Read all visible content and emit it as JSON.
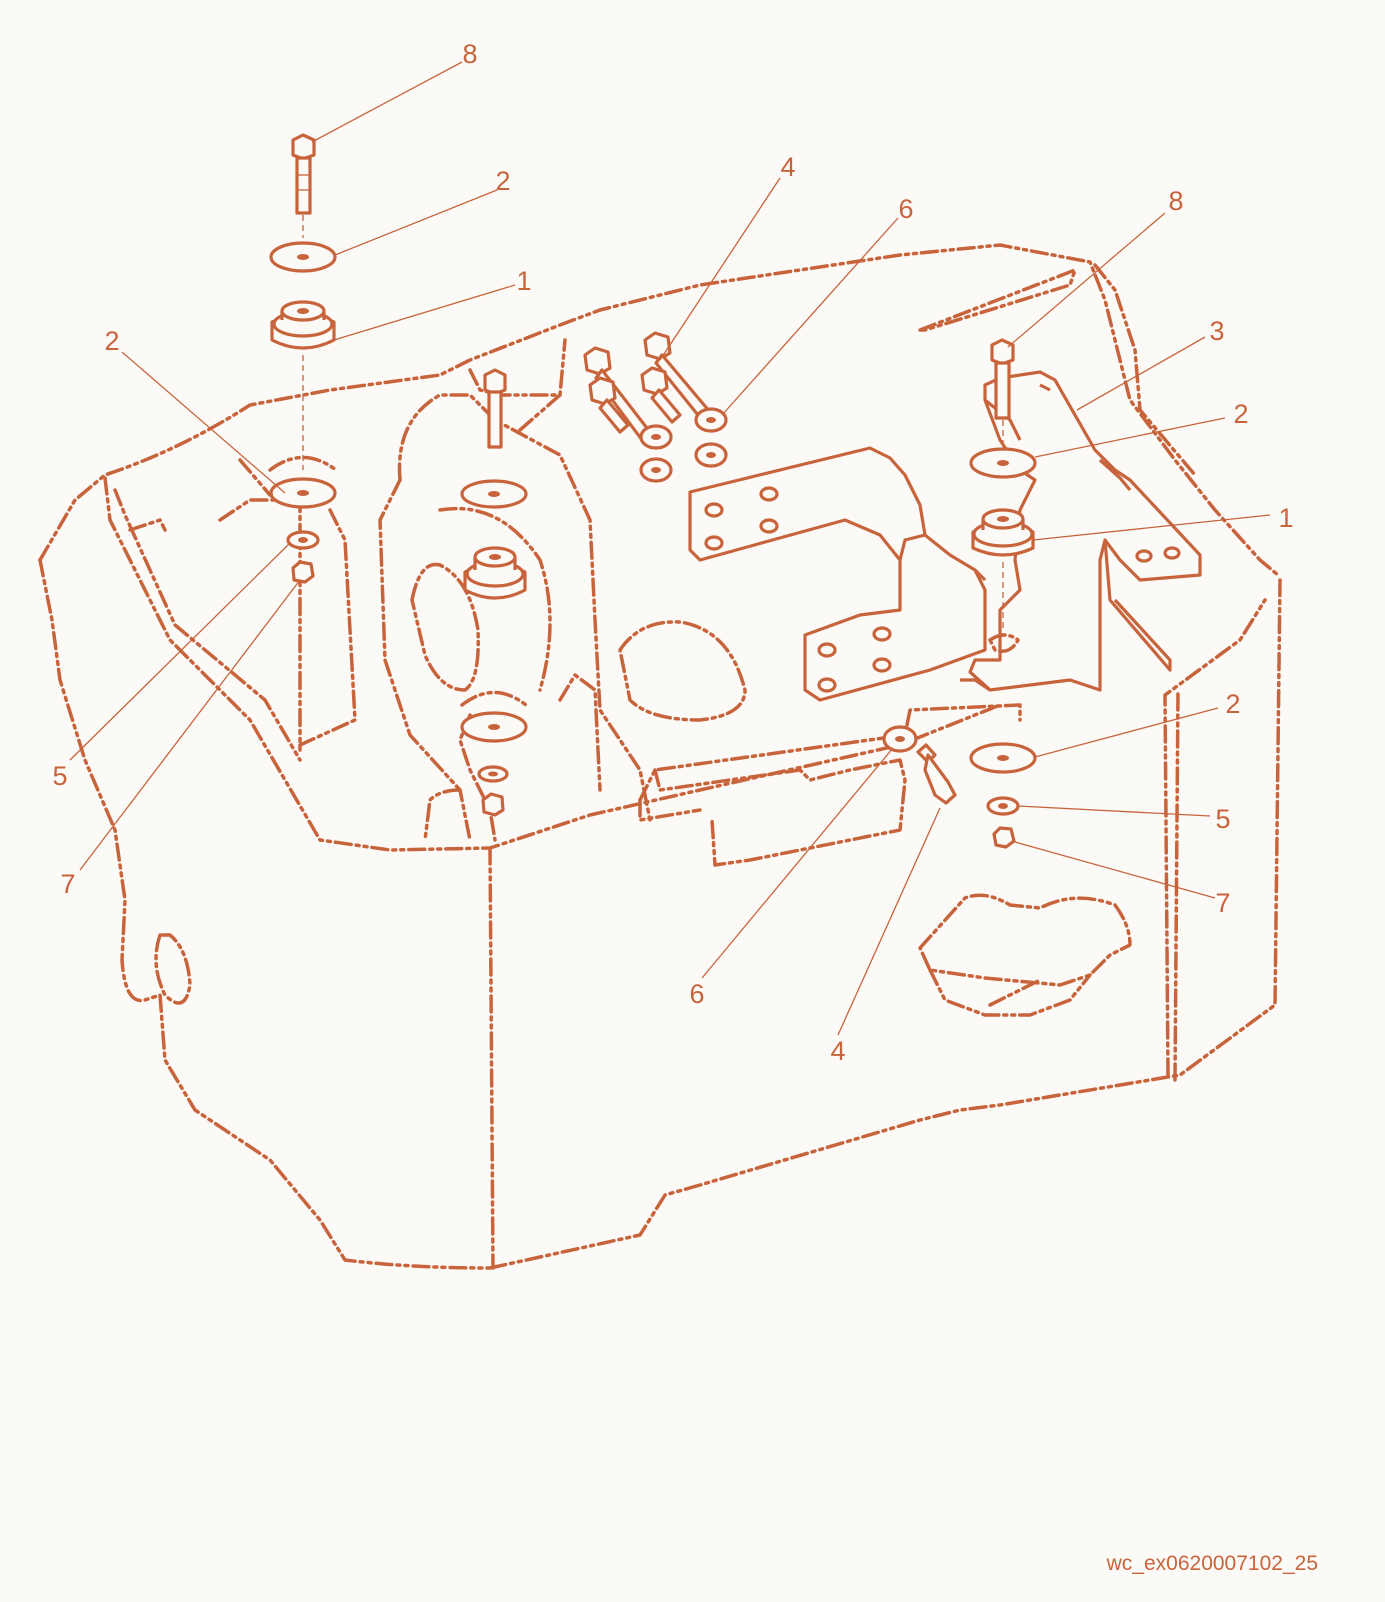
{
  "diagram": {
    "reference_code": "wc_ex0620007102_25",
    "callouts": [
      "8",
      "2",
      "1",
      "2",
      "5",
      "7",
      "4",
      "6",
      "8",
      "3",
      "2",
      "1",
      "2",
      "5",
      "7",
      "6",
      "4"
    ],
    "colors": {
      "line": "#c8643c",
      "background": "#fbfaf7"
    },
    "parts": [
      {
        "number": "1",
        "icon": "rubber-mount-icon"
      },
      {
        "number": "2",
        "icon": "washer-icon"
      },
      {
        "number": "3",
        "icon": "bracket-icon"
      },
      {
        "number": "4",
        "icon": "bolt-icon"
      },
      {
        "number": "5",
        "icon": "lock-washer-icon"
      },
      {
        "number": "6",
        "icon": "washer-icon"
      },
      {
        "number": "7",
        "icon": "nut-icon"
      },
      {
        "number": "8",
        "icon": "bolt-icon"
      }
    ]
  }
}
